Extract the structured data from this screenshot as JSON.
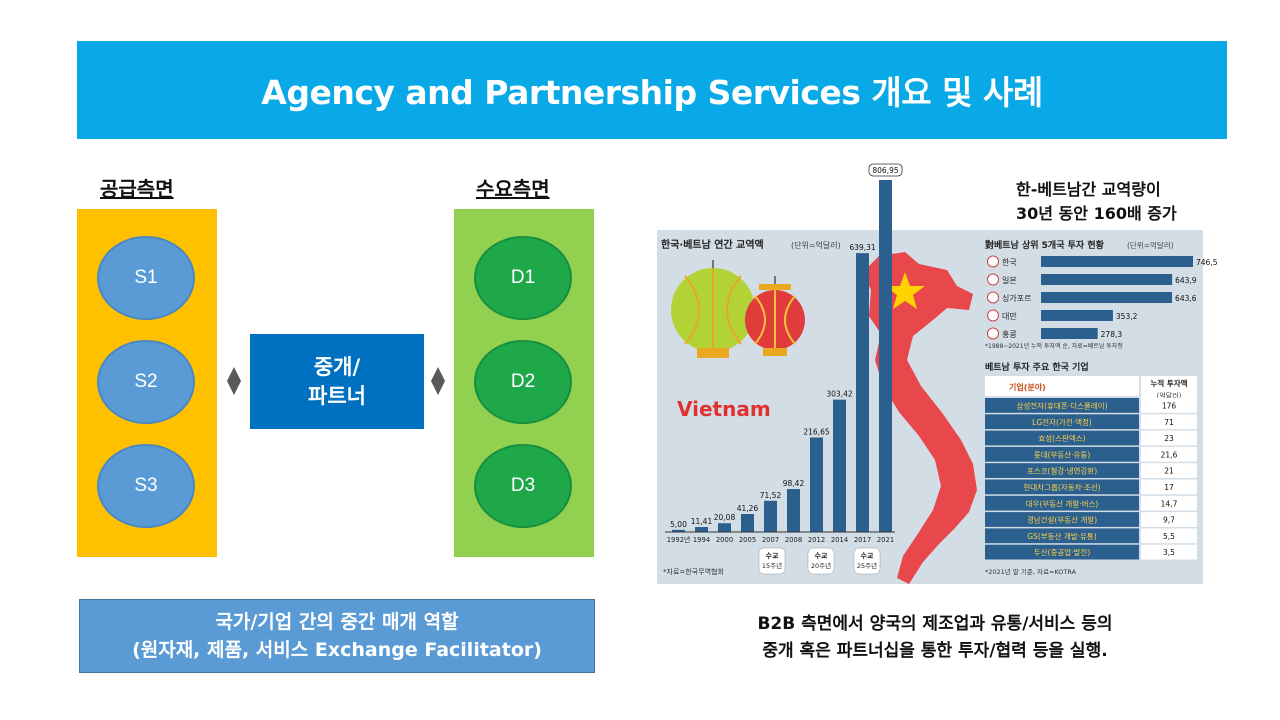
{
  "slide": {
    "title": "Agency and Partnership Services 개요 및 사례",
    "supply_label": "공급측면",
    "demand_label": "수요측면",
    "supply_nodes": [
      "S1",
      "S2",
      "S3"
    ],
    "demand_nodes": [
      "D1",
      "D2",
      "D3"
    ],
    "broker_line1": "중개/",
    "broker_line2": "파트너",
    "role_line1": "국가/기업 간의 중간 매개 역할",
    "role_line2": "(원자재, 제품, 서비스 Exchange Facilitator)",
    "headline_line1": "한-베트남간 교역량이",
    "headline_line2": "30년 동안 160배 증가",
    "note_line1": "B2B 측면에서 양국의 제조업과 유통/서비스 등의",
    "note_line2": "중개 혹은 파트너십을 통한 투자/협력 등을 실행.",
    "colors": {
      "title_bg": "#08a9e6",
      "supply": "#ffc000",
      "demand": "#92d050",
      "broker": "#0070c0",
      "role": "#5b9bd5"
    }
  },
  "infographic": {
    "trade_title": "한국·베트남 연간 교역액",
    "trade_unit": "(단위=억달러)",
    "vietnam_label": "Vietnam",
    "trade_source": "*자료=한국무역협회",
    "milestones": [
      {
        "line1": "수교",
        "line2": "15주년"
      },
      {
        "line1": "수교",
        "line2": "20주년"
      },
      {
        "line1": "수교",
        "line2": "25주년"
      }
    ],
    "invest_title": "對베트남 상위 5개국 투자 현황",
    "invest_unit": "(단위=억달러)",
    "invest_note": "*1988~2021년 누적 투자액 순, 자료=베트남 투자청",
    "companies_title": "베트남 투자 주요 한국 기업",
    "companies_header_left": "기업(분야)",
    "companies_header_right_1": "누적 투자액",
    "companies_header_right_2": "(억달러)",
    "companies_note": "*2021년 말 기준, 자료=KOTRA",
    "companies": [
      {
        "name": "삼성전자(휴대폰·디스플레이)",
        "value": "176"
      },
      {
        "name": "LG전자(가전·액정)",
        "value": "71"
      },
      {
        "name": "효성(스판덱스)",
        "value": "23"
      },
      {
        "name": "롯데(부동산·유통)",
        "value": "21,6"
      },
      {
        "name": "포스코(철강·냉연강판)",
        "value": "21"
      },
      {
        "name": "현대차그룹(자동차·조선)",
        "value": "17"
      },
      {
        "name": "대우(부동산 개발·버스)",
        "value": "14,7"
      },
      {
        "name": "경남건설(부동산 개발)",
        "value": "9,7"
      },
      {
        "name": "GS(부동산 개발·유통)",
        "value": "5,5"
      },
      {
        "name": "두산(중공업·발전)",
        "value": "3,5"
      }
    ]
  },
  "chart_data": [
    {
      "type": "bar",
      "title": "한국·베트남 연간 교역액",
      "ylabel": "(단위=억달러)",
      "categories": [
        "1992년",
        "1994",
        "2000",
        "2005",
        "2007",
        "2008",
        "2012",
        "2014",
        "2017",
        "2021"
      ],
      "values": [
        5.0,
        11.41,
        20.08,
        41.26,
        71.52,
        98.42,
        216.65,
        303.42,
        639.31,
        806.95
      ],
      "value_labels": [
        "5,00",
        "11,41",
        "20,08",
        "41,26",
        "71,52",
        "98,42",
        "216,65",
        "303,42",
        "639,31",
        "806,95"
      ],
      "ylim": [
        0,
        806.95
      ],
      "grid": false
    },
    {
      "type": "bar",
      "orientation": "horizontal",
      "title": "對베트남 상위 5개국 투자 현황",
      "ylabel": "(단위=억달러)",
      "categories": [
        "한국",
        "일본",
        "싱가포르",
        "대만",
        "홍콩"
      ],
      "values": [
        746.5,
        643.9,
        643.6,
        353.2,
        278.3
      ],
      "value_labels": [
        "746,5",
        "643,9",
        "643,6",
        "353,2",
        "278,3"
      ],
      "grid": false
    }
  ]
}
